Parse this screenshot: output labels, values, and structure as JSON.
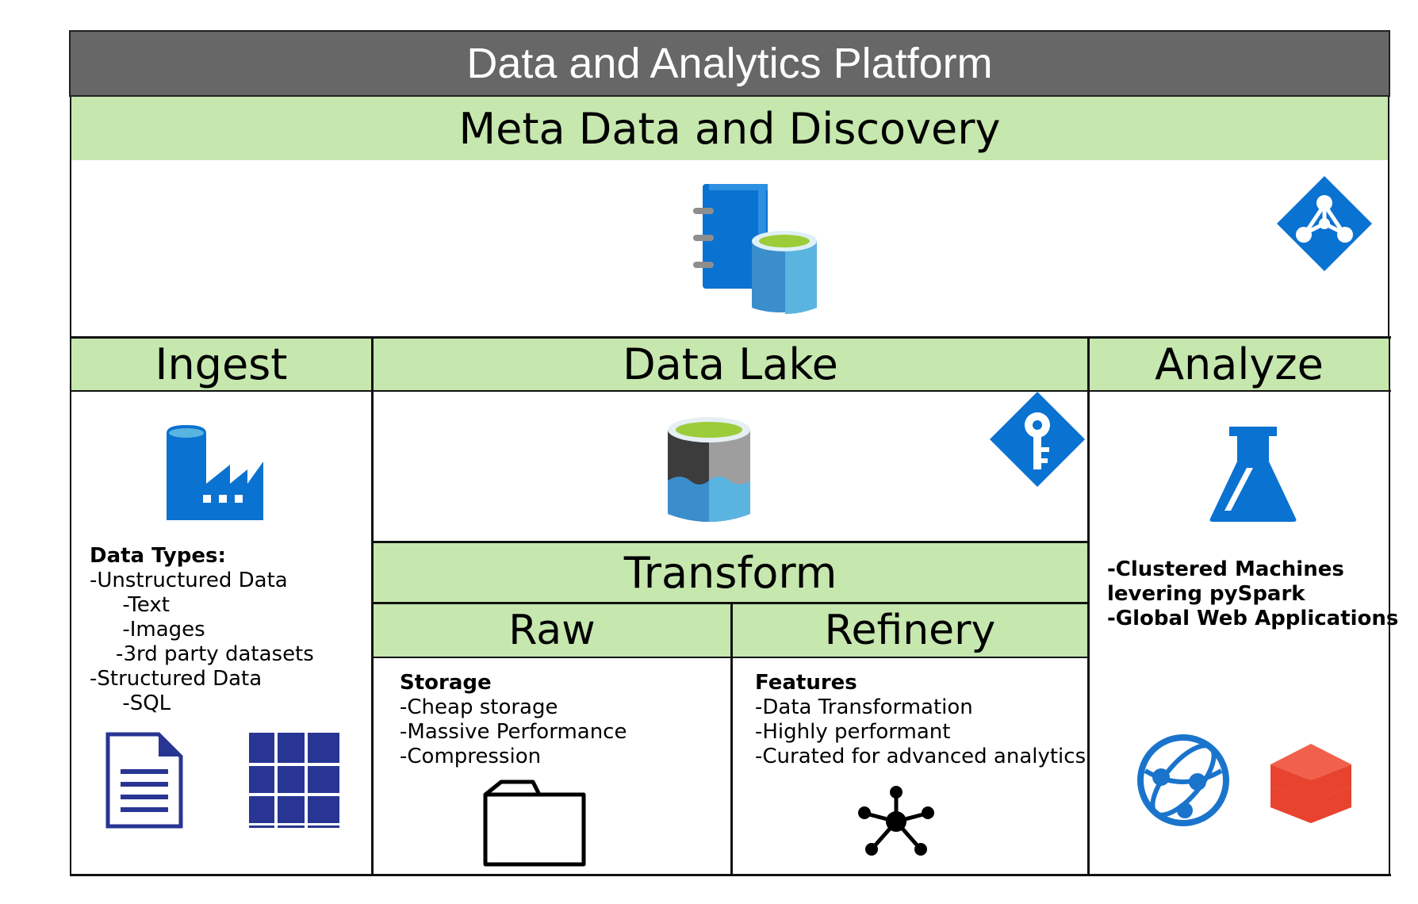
{
  "title": "Data and Analytics Platform",
  "meta": {
    "title": "Meta Data and Discovery",
    "icons": [
      "data-catalog-icon",
      "active-directory-icon"
    ]
  },
  "ingest": {
    "title": "Ingest",
    "icon": "data-factory-icon",
    "heading": "Data Types:",
    "lines": [
      "-Unstructured Data",
      "     -Text",
      "     -Images",
      "    -3rd party datasets",
      "-Structured Data",
      "     -SQL"
    ],
    "bottom_icons": [
      "document-icon",
      "table-grid-icon"
    ]
  },
  "datalake": {
    "title": "Data Lake",
    "icons": [
      "data-lake-storage-icon",
      "key-vault-icon"
    ]
  },
  "transform": {
    "title": "Transform",
    "raw": {
      "title": "Raw",
      "heading": "Storage",
      "lines": [
        "-Cheap storage",
        "-Massive Performance",
        "-Compression"
      ],
      "icon": "folder-icon"
    },
    "refinery": {
      "title": "Refinery",
      "heading": "Features",
      "lines": [
        "-Data Transformation",
        "-Highly performant",
        "-Curated for advanced analytics"
      ],
      "icon": "network-hub-icon"
    }
  },
  "analyze": {
    "title": "Analyze",
    "icon": "machine-learning-flask-icon",
    "lines": [
      "-Clustered Machines",
      "levering pySpark",
      "-Global Web Applications"
    ],
    "bottom_icons": [
      "web-app-globe-icon",
      "databricks-icon"
    ]
  },
  "colors": {
    "header_bar": "#676767",
    "green_band": "#c6e7ae",
    "azure_blue": "#0a72d1",
    "navy": "#283593",
    "databricks_red": "#e8432f"
  }
}
